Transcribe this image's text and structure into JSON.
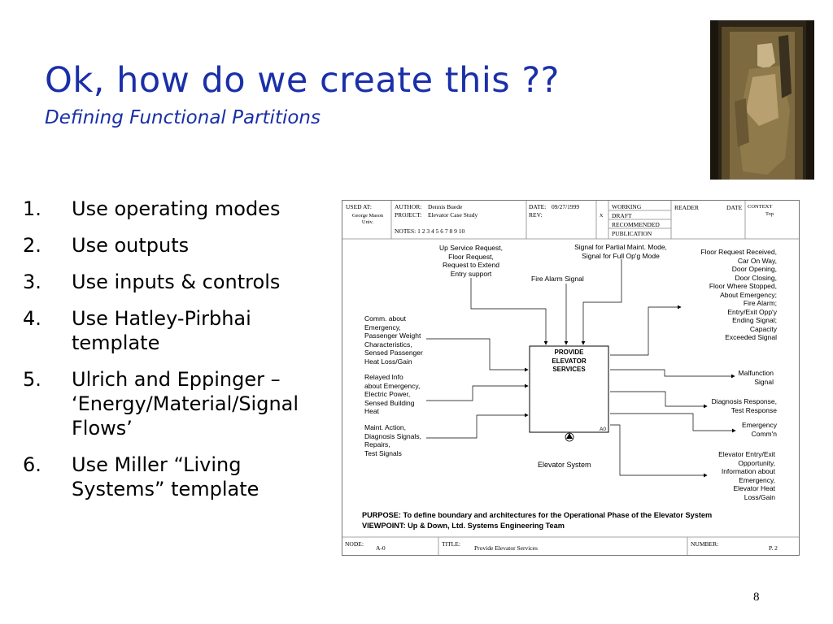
{
  "slide": {
    "title": "Ok, how do we create this ??",
    "subtitle": "Defining Functional Partitions",
    "page_number": "8"
  },
  "list": [
    {
      "num": "1.",
      "text": "Use operating modes"
    },
    {
      "num": "2.",
      "text": "Use outputs"
    },
    {
      "num": "3.",
      "text": "Use inputs & controls"
    },
    {
      "num": "4.",
      "text": "Use Hatley-Pirbhai template"
    },
    {
      "num": "5.",
      "text": "Ulrich and Eppinger – ‘Energy/Material/Signal Flows’"
    },
    {
      "num": "6.",
      "text": "Use Miller “Living Systems” template"
    }
  ],
  "diagram": {
    "header": {
      "used_at_label": "USED AT:",
      "used_at_value": "George Mason\nUniv.",
      "author_label": "AUTHOR:",
      "author_value": "Dennis Buede",
      "project_label": "PROJECT:",
      "project_value": "Elevator Case Study",
      "notes": "NOTES:  1  2  3  4  5  6  7  8  9  10",
      "date_label": "DATE:",
      "date_value": "09/27/1999",
      "rev_label": "REV:",
      "mark": "X",
      "status": [
        "WORKING",
        "DRAFT",
        "RECOMMENDED",
        "PUBLICATION"
      ],
      "reader_label": "READER",
      "reader_date_label": "DATE",
      "context_label": "CONTEXT",
      "context_value": "Top"
    },
    "function_box": {
      "label": "PROVIDE\nELEVATOR\nSERVICES",
      "id": "A0"
    },
    "mechanism_label": "Elevator System",
    "controls": [
      "Up Service Request,\nFloor Request,\nRequest to Extend\nEntry support",
      "Fire Alarm Signal",
      "Signal for Partial Maint. Mode,\nSignal for Full Op'g Mode"
    ],
    "inputs": [
      "Comm. about\n Emergency,\nPassenger Weight\n Characteristics,\nSensed Passenger\n Heat Loss/Gain",
      "Relayed Info\n about Emergency,\nElectric Power,\nSensed Building\n Heat",
      "Maint. Action,\nDiagnosis Signals,\nRepairs,\nTest Signals"
    ],
    "outputs": [
      "Floor Request Received,\nCar On Way,\nDoor Opening,\nDoor Closing,\nFloor Where Stopped,\nAbout Emergency;\nFire Alarm;\nEntry/Exit Opp'y\nEnding Signal;\nCapacity\nExceeded Signal",
      "Malfunction\nSignal",
      "Diagnosis Response,\nTest Response",
      "Emergency\nComm'n",
      "Elevator Entry/Exit\nOpportunity,\nInformation about\nEmergency,\nElevator Heat\nLoss/Gain"
    ],
    "purpose": "PURPOSE: To define boundary and architectures for the Operational Phase of the Elevator System",
    "viewpoint": "VIEWPOINT: Up & Down, Ltd. Systems Engineering Team",
    "footer": {
      "node_label": "NODE:",
      "node_value": "A-0",
      "title_label": "TITLE:",
      "title_value": "Provide Elevator Services",
      "number_label": "NUMBER:",
      "number_value": "P. 2"
    }
  }
}
